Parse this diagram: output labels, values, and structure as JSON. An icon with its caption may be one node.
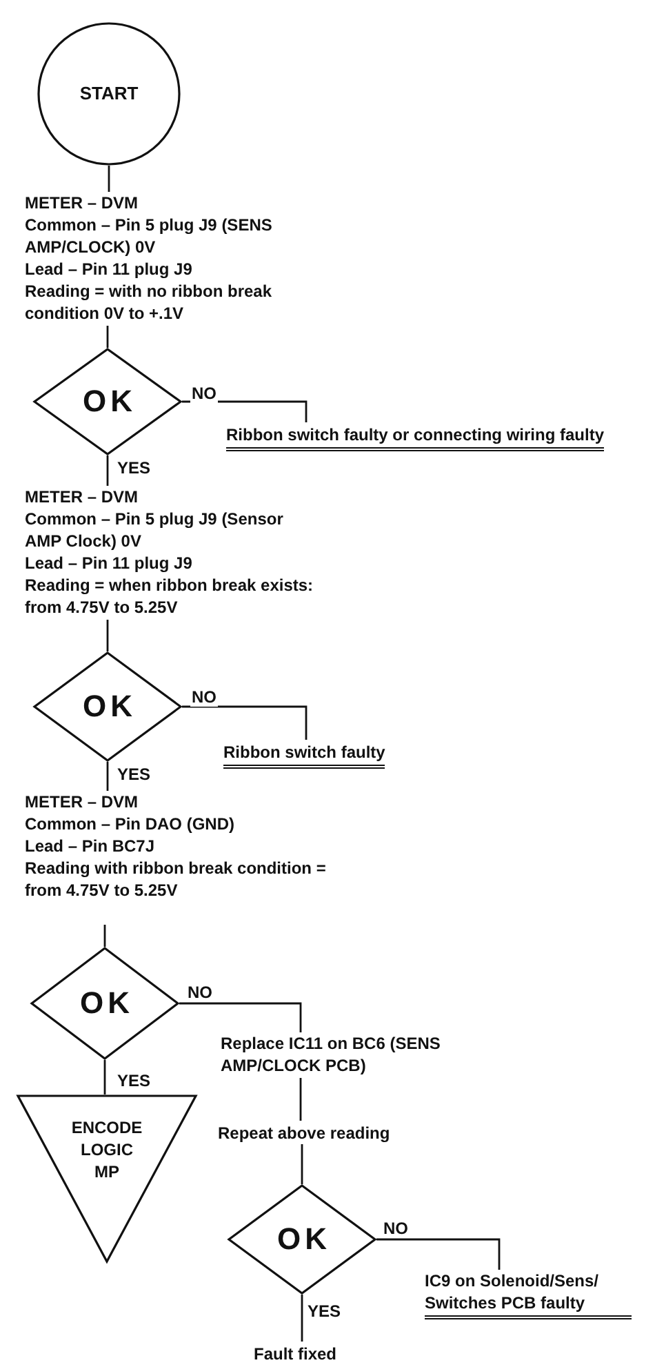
{
  "diagram": {
    "nodes": [
      {
        "text": [
          "START"
        ]
      },
      {
        "text": [
          "METER – DVM",
          "Common – Pin 5 plug J9 (SENS AMP/CLOCK) 0V",
          "Lead – Pin 11 plug J9",
          "Reading = with no ribbon break condition 0V to +.1V"
        ]
      },
      {
        "text": [
          "OK"
        ]
      },
      {
        "text": [
          "Ribbon switch faulty or connecting wiring faulty"
        ]
      },
      {
        "text": [
          "METER – DVM",
          "Common – Pin 5 plug J9 (Sensor AMP Clock) 0V",
          "Lead – Pin 11 plug J9",
          "Reading = when ribbon break exists: from 4.75V to 5.25V"
        ]
      },
      {
        "text": [
          "OK"
        ]
      },
      {
        "text": [
          "Ribbon switch faulty"
        ]
      },
      {
        "text": [
          "METER – DVM",
          "Common – Pin DAO (GND)",
          "Lead – Pin BC7J",
          "Reading with ribbon break condition = from 4.75V to 5.25V"
        ]
      },
      {
        "text": [
          "OK"
        ]
      },
      {
        "text": [
          "ENCODE LOGIC MP"
        ]
      },
      {
        "text": [
          "Replace IC11 on BC6 (SENS AMP/CLOCK PCB)"
        ]
      },
      {
        "text": [
          "Repeat above reading"
        ]
      },
      {
        "text": [
          "OK"
        ]
      },
      {
        "text": [
          "IC9 on Solenoid/Sens/ Switches PCB faulty"
        ]
      },
      {
        "text": [
          "Fault fixed"
        ]
      }
    ],
    "edges": [
      {
        "from": 0,
        "to": 1,
        "arrow": "none"
      },
      {
        "from": 1,
        "to": 2,
        "arrow": "none"
      },
      {
        "from": 2,
        "to": 3,
        "arrow": "none",
        "label": "NO"
      },
      {
        "from": 2,
        "to": 4,
        "arrow": "none",
        "label": "YES"
      },
      {
        "from": 4,
        "to": 5,
        "arrow": "none"
      },
      {
        "from": 5,
        "to": 6,
        "arrow": "none",
        "label": "NO"
      },
      {
        "from": 5,
        "to": 7,
        "arrow": "none",
        "label": "YES"
      },
      {
        "from": 7,
        "to": 8,
        "arrow": "none"
      },
      {
        "from": 8,
        "to": 9,
        "arrow": "none",
        "label": "YES"
      },
      {
        "from": 8,
        "to": 10,
        "arrow": "none",
        "label": "NO"
      },
      {
        "from": 10,
        "to": 11,
        "arrow": "none"
      },
      {
        "from": 11,
        "to": 12,
        "arrow": "none"
      },
      {
        "from": 12,
        "to": 13,
        "arrow": "none",
        "label": "NO"
      },
      {
        "from": 12,
        "to": 14,
        "arrow": "none",
        "label": "YES"
      }
    ]
  }
}
